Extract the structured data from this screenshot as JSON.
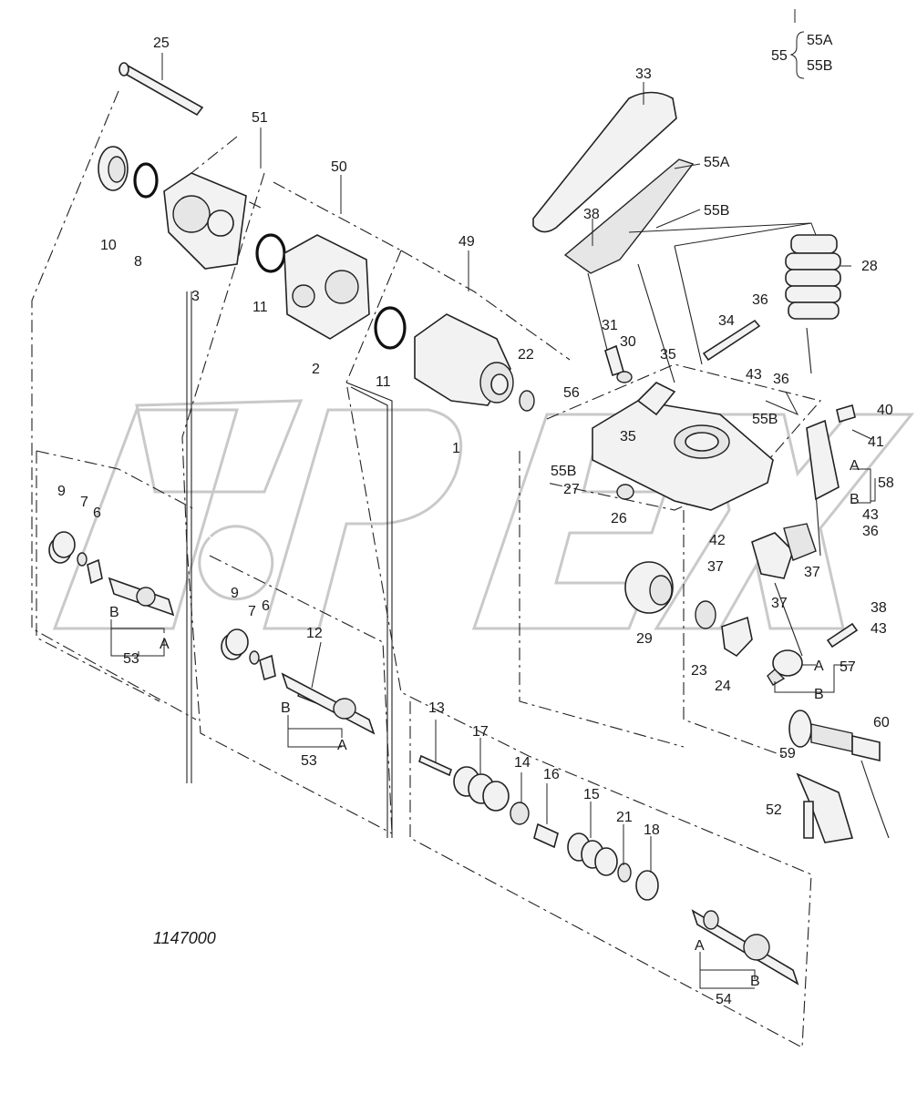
{
  "diagram_id": "1147000",
  "variant_group": {
    "number": "55",
    "options": [
      "55A",
      "55B"
    ]
  },
  "colors": {
    "line": "#222222",
    "watermark": "#c9c9c9",
    "background": "#ffffff"
  },
  "labels": [
    {
      "id": "25",
      "text": "25"
    },
    {
      "id": "51",
      "text": "51"
    },
    {
      "id": "50",
      "text": "50"
    },
    {
      "id": "49",
      "text": "49"
    },
    {
      "id": "33",
      "text": "33"
    },
    {
      "id": "55A",
      "text": "55A"
    },
    {
      "id": "55B_top",
      "text": "55B"
    },
    {
      "id": "38_top",
      "text": "38"
    },
    {
      "id": "28",
      "text": "28"
    },
    {
      "id": "36_top",
      "text": "36"
    },
    {
      "id": "34",
      "text": "34"
    },
    {
      "id": "31",
      "text": "31"
    },
    {
      "id": "30",
      "text": "30"
    },
    {
      "id": "35_a",
      "text": "35"
    },
    {
      "id": "35_b",
      "text": "35"
    },
    {
      "id": "43_a",
      "text": "43"
    },
    {
      "id": "36_b",
      "text": "36"
    },
    {
      "id": "55B_mid",
      "text": "55B"
    },
    {
      "id": "40",
      "text": "40"
    },
    {
      "id": "41",
      "text": "41"
    },
    {
      "id": "56",
      "text": "56"
    },
    {
      "id": "22",
      "text": "22"
    },
    {
      "id": "1",
      "text": "1"
    },
    {
      "id": "10",
      "text": "10"
    },
    {
      "id": "8",
      "text": "8"
    },
    {
      "id": "3",
      "text": "3"
    },
    {
      "id": "11_a",
      "text": "11"
    },
    {
      "id": "2",
      "text": "2"
    },
    {
      "id": "11_b",
      "text": "11"
    },
    {
      "id": "55B_low",
      "text": "55B"
    },
    {
      "id": "27",
      "text": "27"
    },
    {
      "id": "26",
      "text": "26"
    },
    {
      "id": "A_58",
      "text": "A"
    },
    {
      "id": "B_58",
      "text": "B"
    },
    {
      "id": "58",
      "text": "58"
    },
    {
      "id": "43_b",
      "text": "43"
    },
    {
      "id": "36_c",
      "text": "36"
    },
    {
      "id": "42",
      "text": "42"
    },
    {
      "id": "37_a",
      "text": "37"
    },
    {
      "id": "37_b",
      "text": "37"
    },
    {
      "id": "37_c",
      "text": "37"
    },
    {
      "id": "38_b",
      "text": "38"
    },
    {
      "id": "43_c",
      "text": "43"
    },
    {
      "id": "29",
      "text": "29"
    },
    {
      "id": "23",
      "text": "23"
    },
    {
      "id": "24",
      "text": "24"
    },
    {
      "id": "A_57",
      "text": "A"
    },
    {
      "id": "57",
      "text": "57"
    },
    {
      "id": "B_57",
      "text": "B"
    },
    {
      "id": "60",
      "text": "60"
    },
    {
      "id": "59",
      "text": "59"
    },
    {
      "id": "52",
      "text": "52"
    },
    {
      "id": "9_a",
      "text": "9"
    },
    {
      "id": "7_a",
      "text": "7"
    },
    {
      "id": "6_a",
      "text": "6"
    },
    {
      "id": "B_53a",
      "text": "B"
    },
    {
      "id": "A_53a",
      "text": "A"
    },
    {
      "id": "53_a",
      "text": "53"
    },
    {
      "id": "9_b",
      "text": "9"
    },
    {
      "id": "7_b",
      "text": "7"
    },
    {
      "id": "6_b",
      "text": "6"
    },
    {
      "id": "12",
      "text": "12"
    },
    {
      "id": "B_53b",
      "text": "B"
    },
    {
      "id": "A_53b",
      "text": "A"
    },
    {
      "id": "53_b",
      "text": "53"
    },
    {
      "id": "13",
      "text": "13"
    },
    {
      "id": "17",
      "text": "17"
    },
    {
      "id": "14",
      "text": "14"
    },
    {
      "id": "16",
      "text": "16"
    },
    {
      "id": "15",
      "text": "15"
    },
    {
      "id": "21",
      "text": "21"
    },
    {
      "id": "18",
      "text": "18"
    },
    {
      "id": "A_54",
      "text": "A"
    },
    {
      "id": "B_54",
      "text": "B"
    },
    {
      "id": "54",
      "text": "54"
    }
  ]
}
